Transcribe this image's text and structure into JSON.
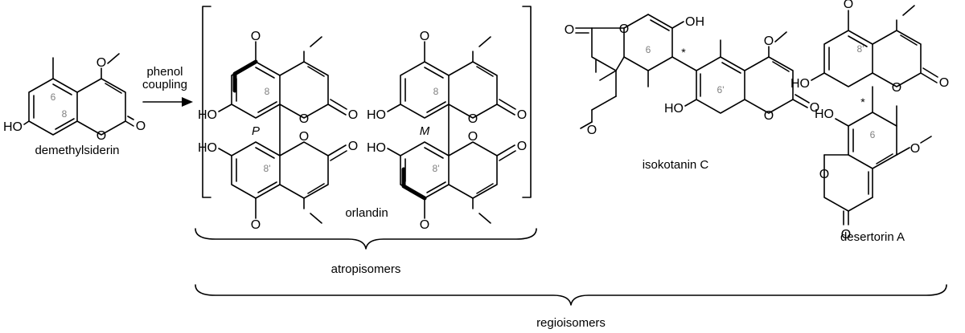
{
  "atoms": {
    "oxygen": "O",
    "hydroxyl": "HO",
    "hydroxyl_right": "OH"
  },
  "positions": {
    "six": "6",
    "eight": "8",
    "six_prime": "6'",
    "eight_prime": "8'"
  },
  "stereo": {
    "p": "P",
    "m": "M"
  },
  "asterisk": "*",
  "arrow": {
    "line1": "phenol",
    "line2": "coupling"
  },
  "labels": {
    "demethylsiderin": "demethylsiderin",
    "orlandin": "orlandin",
    "isokotanin": "isokotanin C",
    "desertorin": "desertorin A",
    "atropisomers": "atropisomers",
    "regioisomers": "regioisomers"
  }
}
